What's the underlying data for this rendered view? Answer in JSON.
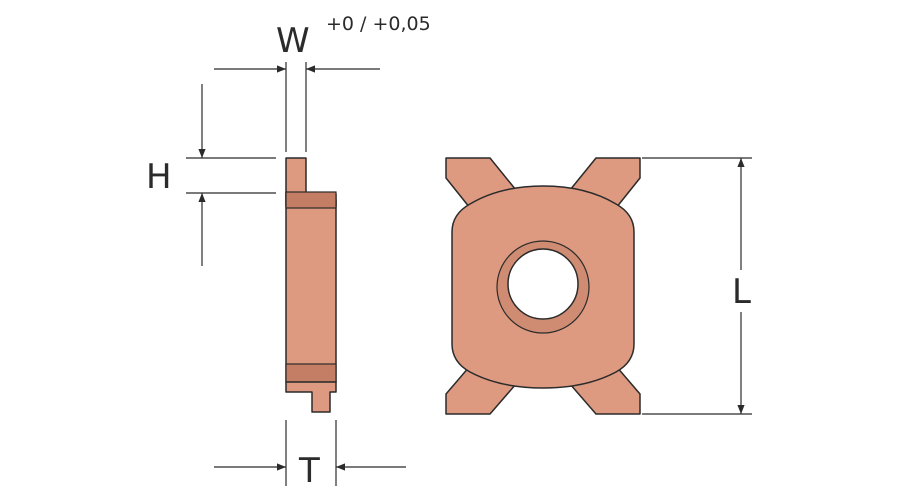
{
  "labels": {
    "width": "W",
    "width_tolerance": "+0 / +0,05",
    "height": "H",
    "thickness": "T",
    "length": "L"
  },
  "colors": {
    "part_fill": "#dd9a80",
    "part_shade": "#c57e66",
    "outline": "#2b2b2b",
    "background": "#ffffff"
  }
}
